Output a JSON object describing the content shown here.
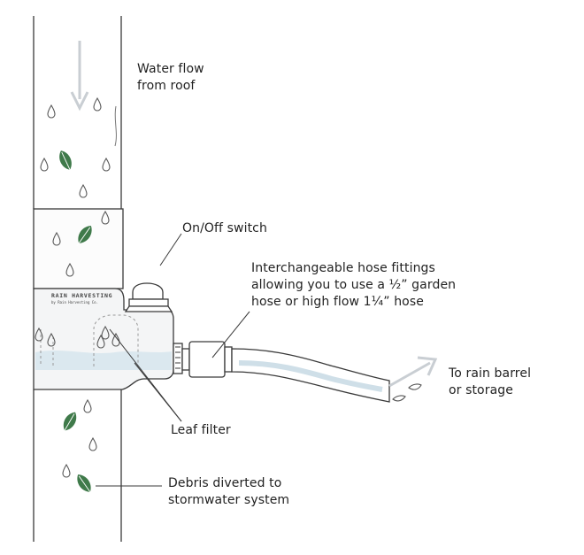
{
  "labels": {
    "water_flow": [
      "Water flow",
      "from roof"
    ],
    "on_off_switch": "On/Off switch",
    "hose_fittings": [
      "Interchangeable hose fittings",
      "allowing you to use a ½” garden",
      "hose or high flow 1¼” hose"
    ],
    "to_barrel": [
      "To rain barrel",
      "or storage"
    ],
    "leaf_filter": "Leaf filter",
    "debris": [
      "Debris diverted to",
      "stormwater system"
    ]
  },
  "device": {
    "brand": "RAIN HARVESTING",
    "sub_brand": "by Rain Harvesting Co."
  },
  "colors": {
    "outline": "#3a3a3a",
    "arrow": "#c9ced3",
    "leaf": "#3f7a4a",
    "leaf_vein": "#ffffff",
    "water": "#dbe8ef",
    "panel": "#f4f5f6",
    "drop": "#555555"
  },
  "icons": [
    "water-drop-icon",
    "leaf-icon",
    "down-arrow-icon",
    "flow-arrow-icon"
  ]
}
